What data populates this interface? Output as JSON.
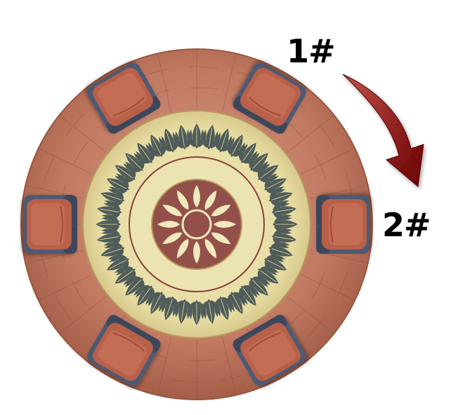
{
  "labels": {
    "seat_1": "1#",
    "seat_2": "2#"
  },
  "colors": {
    "floor": "#c9856c",
    "floor_dark": "#9a5742",
    "tile_line": "#8e4f3a",
    "rug_cream": "#e8dfa8",
    "rug_border": "#b69a5c",
    "rug_ring": "#8a3f3a",
    "medallion": "#93504a",
    "leaf_pattern": "#4f5c5a",
    "chair_frame": "#4d5a73",
    "chair_cushion": "#b8604a",
    "arrow": "#8a0a0a"
  },
  "icons": {
    "chair": "armchair-top-view-icon",
    "arrow": "curved-arrow-icon"
  },
  "chair_count": 6
}
